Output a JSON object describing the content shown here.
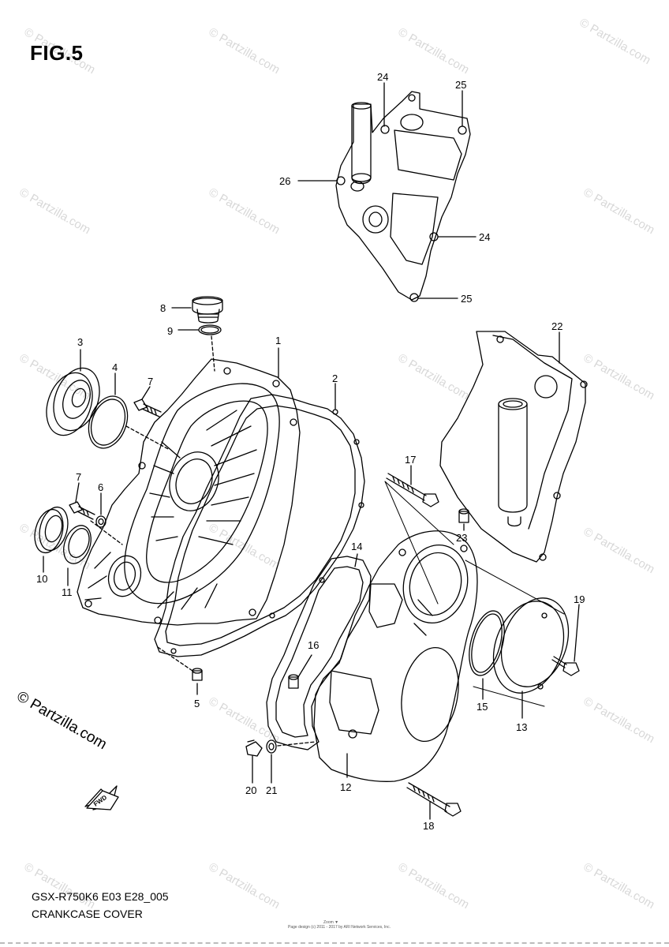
{
  "figure": {
    "title": "FIG.5",
    "model_code": "GSX-R750K6  E03  E28_005",
    "section_name": "CRANKCASE COVER",
    "copyright": "© Partzilla.com",
    "watermark": "© Partzilla.com",
    "fine_print": "Page design (c) 2011 - 2017 by ARI Network Services, Inc.",
    "fine_print_2": "Zoom ▼",
    "fwd_label": "FWD"
  },
  "callouts": [
    {
      "id": "1",
      "label": "1"
    },
    {
      "id": "2",
      "label": "2"
    },
    {
      "id": "3",
      "label": "3"
    },
    {
      "id": "4",
      "label": "4"
    },
    {
      "id": "5",
      "label": "5"
    },
    {
      "id": "6",
      "label": "6"
    },
    {
      "id": "7a",
      "label": "7"
    },
    {
      "id": "7b",
      "label": "7"
    },
    {
      "id": "8",
      "label": "8"
    },
    {
      "id": "9",
      "label": "9"
    },
    {
      "id": "10",
      "label": "10"
    },
    {
      "id": "11",
      "label": "11"
    },
    {
      "id": "12",
      "label": "12"
    },
    {
      "id": "13",
      "label": "13"
    },
    {
      "id": "14",
      "label": "14"
    },
    {
      "id": "15",
      "label": "15"
    },
    {
      "id": "16",
      "label": "16"
    },
    {
      "id": "17",
      "label": "17"
    },
    {
      "id": "18",
      "label": "18"
    },
    {
      "id": "19",
      "label": "19"
    },
    {
      "id": "20",
      "label": "20"
    },
    {
      "id": "21",
      "label": "21"
    },
    {
      "id": "22",
      "label": "22"
    },
    {
      "id": "23",
      "label": "23"
    },
    {
      "id": "24a",
      "label": "24"
    },
    {
      "id": "24b",
      "label": "24"
    },
    {
      "id": "25a",
      "label": "25"
    },
    {
      "id": "25b",
      "label": "25"
    },
    {
      "id": "26",
      "label": "26"
    }
  ]
}
